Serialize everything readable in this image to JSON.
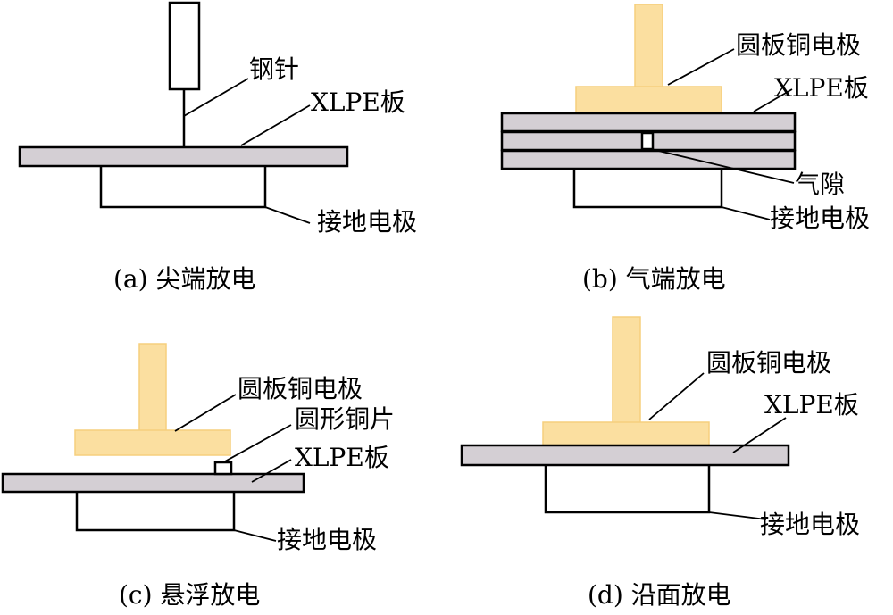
{
  "panels": {
    "a": {
      "caption": "(a) 尖端放电",
      "labels": {
        "needle": "钢针",
        "xlpe": "XLPE板",
        "ground": "接地电极"
      }
    },
    "b": {
      "caption": "(b) 气端放电",
      "labels": {
        "copper": "圆板铜电极",
        "xlpe": "XLPE板",
        "gap": "气隙",
        "ground": "接地电极"
      }
    },
    "c": {
      "caption": "(c) 悬浮放电",
      "labels": {
        "copper": "圆板铜电极",
        "sheet": "圆形铜片",
        "xlpe": "XLPE板",
        "ground": "接地电极"
      }
    },
    "d": {
      "caption": "(d) 沿面放电",
      "labels": {
        "copper": "圆板铜电极",
        "xlpe": "XLPE板",
        "ground": "接地电极"
      }
    }
  },
  "colors": {
    "xlpe_plate": "#d4cfd4",
    "copper": "#fbdfa0",
    "copper_edge": "#f6cf7d",
    "outline": "#000000",
    "background": "#ffffff"
  }
}
